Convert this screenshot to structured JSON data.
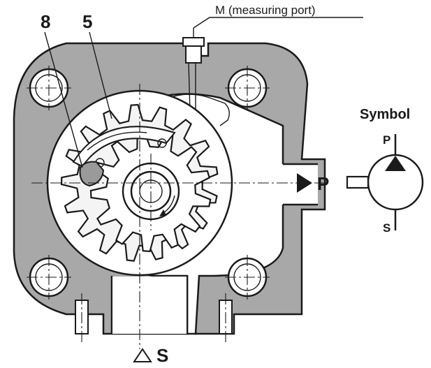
{
  "labels": {
    "part_8": "8",
    "part_5": "5",
    "measuring_port": "M (measuring port)",
    "pressure_port": "P",
    "suction_port": "S",
    "symbol_title": "Symbol",
    "symbol_p": "P",
    "symbol_s": "S"
  },
  "colors": {
    "housing": "#a8a8a8",
    "line": "#1a1a1a",
    "background": "#ffffff",
    "ring_gear": "#f4f4f4"
  }
}
